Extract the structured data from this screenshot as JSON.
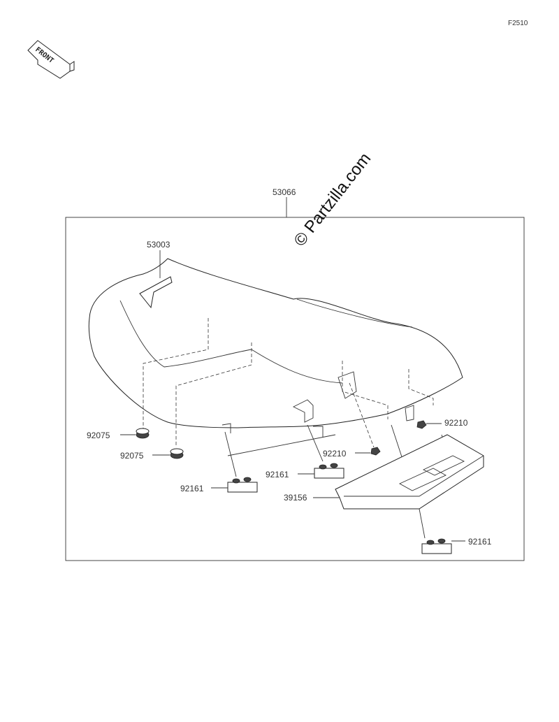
{
  "diagram_code": "F2510",
  "front_label": "FRONT",
  "watermark": "© Partzilla.com",
  "labels": {
    "assembly": "53066",
    "seat_cover": "53003",
    "damper_upper": "92075",
    "damper_lower": "92075",
    "clip_left": "92161",
    "clip_center": "92161",
    "clip_right": "92161",
    "nut_center": "92210",
    "nut_right": "92210",
    "tray": "39156"
  }
}
